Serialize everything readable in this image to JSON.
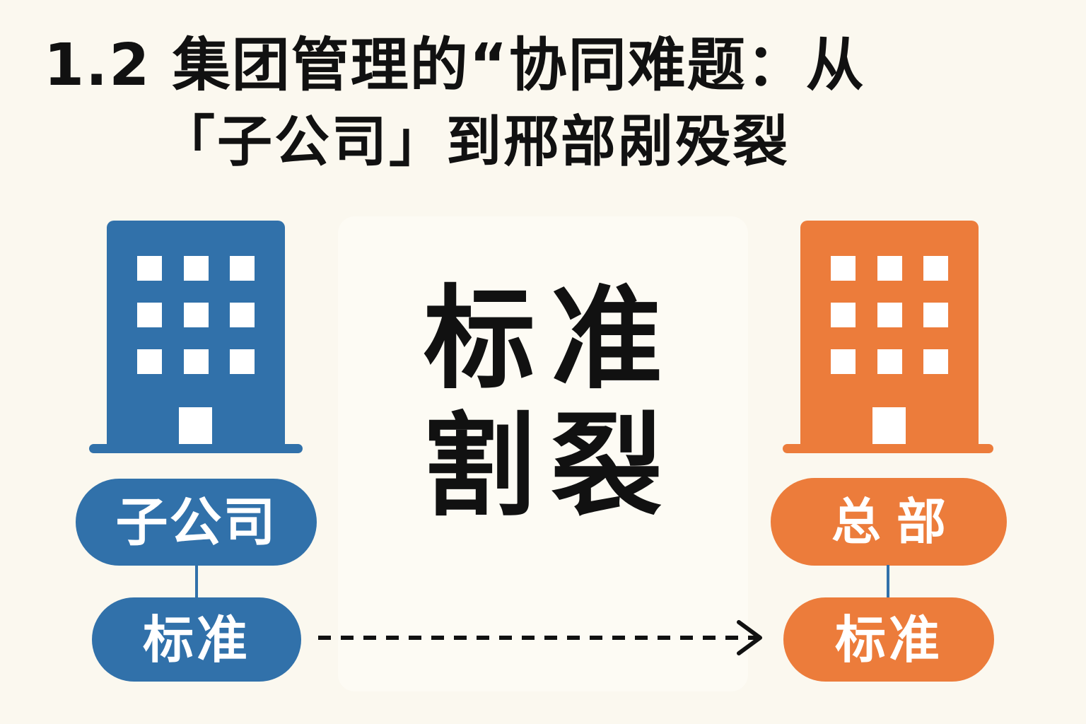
{
  "title": {
    "line1": "1.2 集团管理的“协同难题：从",
    "line2": "「子公司」到郉部剐殁裂"
  },
  "center": {
    "line1": "标准",
    "line2": "割裂"
  },
  "left_entity": {
    "label": "子公司",
    "sublabel": "标准"
  },
  "right_entity": {
    "label": "总部",
    "sublabel": "标准"
  },
  "colors": {
    "background": "#fbf8ef",
    "subsidiary": "#3171aa",
    "headquarters": "#ec7c3b",
    "text": "#111111"
  }
}
